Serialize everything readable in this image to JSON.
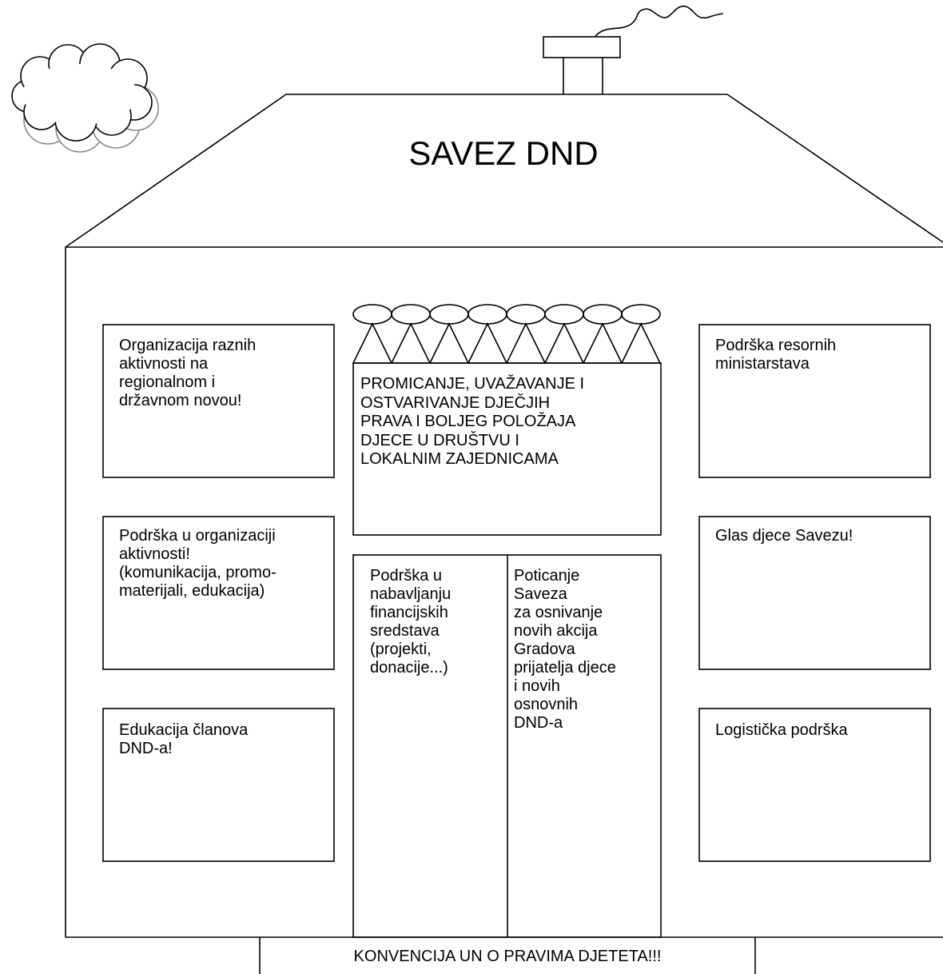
{
  "title": "SAVEZ DND",
  "left_boxes": [
    "Organizacija raznih\naktivnosti na\nregionalnom i\ndržavnom novou!",
    "Podrška u organizaciji\naktivnosti!\n(komunikacija, promo-\nmaterijali, edukacija)",
    "Edukacija članova\nDND-a!"
  ],
  "right_boxes": [
    "Podrška resornih\nministarstava",
    "Glas djece Savezu!",
    "Logistička podrška"
  ],
  "center_banner": "PROMICANJE, UVAŽAVANJE I\nOSTVARIVANJE DJEČJIH\nPRAVA I BOLJEG POLOŽAJA\nDJECE U DRUŠTVU I\nLOKALNIM ZAJEDNICAMA",
  "door_left": "Podrška u\nnabavljanju\nfinancijskih\nsredstava\n(projekti,\ndonacije...)",
  "door_right": "Poticanje\nSaveza\n za osnivanje\n novih akcija\n Gradova\n prijatelja djece\ni novih\nosnovnih\nDND-a",
  "foundation": "KONVENCIJA UN O PRAVIMA DJETETA!!!"
}
